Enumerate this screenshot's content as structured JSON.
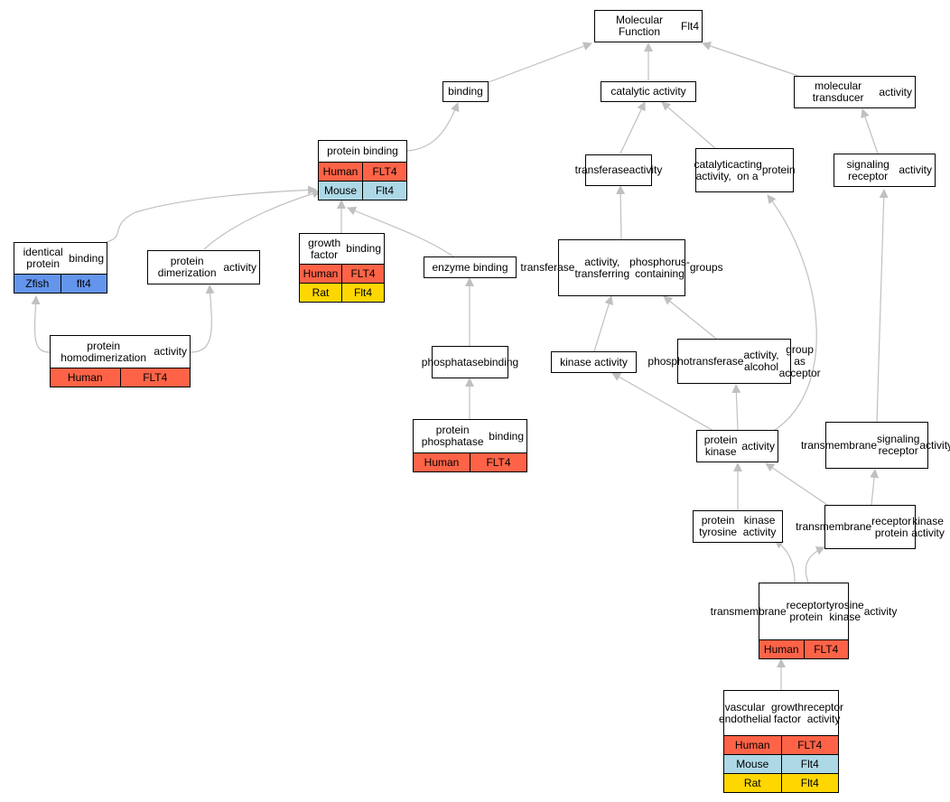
{
  "colors": {
    "edge": "#c0c0c0",
    "human": "#ff6347",
    "mouse": "#add8e6",
    "rat": "#ffd700",
    "zfish": "#6495ed"
  },
  "nodes": {
    "mf": {
      "lines": [
        "Molecular Function",
        "Flt4"
      ],
      "rows": []
    },
    "binding": {
      "lines": [
        "binding"
      ],
      "rows": []
    },
    "catalytic": {
      "lines": [
        "catalytic activity"
      ],
      "rows": []
    },
    "transducer": {
      "lines": [
        "molecular transducer",
        "activity"
      ],
      "rows": []
    },
    "protein_binding": {
      "lines": [
        "protein binding"
      ],
      "rows": [
        {
          "species": "Human",
          "gene": "FLT4",
          "color": "human"
        },
        {
          "species": "Mouse",
          "gene": "Flt4",
          "color": "mouse"
        }
      ]
    },
    "transferase": {
      "lines": [
        "transferase",
        "activity"
      ],
      "rows": []
    },
    "catalytic_protein": {
      "lines": [
        "catalytic activity,",
        "acting on a",
        "protein"
      ],
      "rows": []
    },
    "signaling_receptor": {
      "lines": [
        "signaling receptor",
        "activity"
      ],
      "rows": []
    },
    "identical": {
      "lines": [
        "identical protein",
        "binding"
      ],
      "rows": [
        {
          "species": "Zfish",
          "gene": "flt4",
          "color": "zfish"
        }
      ]
    },
    "dimerization": {
      "lines": [
        "protein dimerization",
        "activity"
      ],
      "rows": []
    },
    "growth_factor": {
      "lines": [
        "growth factor",
        "binding"
      ],
      "rows": [
        {
          "species": "Human",
          "gene": "FLT4",
          "color": "human"
        },
        {
          "species": "Rat",
          "gene": "Flt4",
          "color": "rat"
        }
      ]
    },
    "enzyme": {
      "lines": [
        "enzyme binding"
      ],
      "rows": []
    },
    "transferase_p": {
      "lines": [
        "transferase",
        "activity, transferring",
        "phosphorus-containing",
        "groups"
      ],
      "rows": []
    },
    "homodimerization": {
      "lines": [
        "protein homodimerization",
        "activity"
      ],
      "rows": [
        {
          "species": "Human",
          "gene": "FLT4",
          "color": "human"
        }
      ]
    },
    "phosphatase": {
      "lines": [
        "phosphatase",
        "binding"
      ],
      "rows": []
    },
    "kinase": {
      "lines": [
        "kinase activity"
      ],
      "rows": []
    },
    "phosphotransferase": {
      "lines": [
        "phosphotransferase",
        "activity, alcohol",
        "group as acceptor"
      ],
      "rows": []
    },
    "protein_phosphatase": {
      "lines": [
        "protein phosphatase",
        "binding"
      ],
      "rows": [
        {
          "species": "Human",
          "gene": "FLT4",
          "color": "human"
        }
      ]
    },
    "protein_kinase": {
      "lines": [
        "protein kinase",
        "activity"
      ],
      "rows": []
    },
    "tm_signaling": {
      "lines": [
        "transmembrane",
        "signaling receptor",
        "activity"
      ],
      "rows": []
    },
    "tyrosine_kinase": {
      "lines": [
        "protein tyrosine",
        "kinase activity"
      ],
      "rows": []
    },
    "tm_receptor_kinase": {
      "lines": [
        "transmembrane",
        "receptor protein",
        "kinase activity"
      ],
      "rows": []
    },
    "tm_receptor_tyrosine": {
      "lines": [
        "transmembrane",
        "receptor protein",
        "tyrosine kinase",
        "activity"
      ],
      "rows": [
        {
          "species": "Human",
          "gene": "FLT4",
          "color": "human"
        }
      ]
    },
    "vegf": {
      "lines": [
        "vascular endothelial",
        "growth factor",
        "receptor activity"
      ],
      "rows": [
        {
          "species": "Human",
          "gene": "FLT4",
          "color": "human"
        },
        {
          "species": "Mouse",
          "gene": "Flt4",
          "color": "mouse"
        },
        {
          "species": "Rat",
          "gene": "Flt4",
          "color": "rat"
        }
      ]
    }
  }
}
